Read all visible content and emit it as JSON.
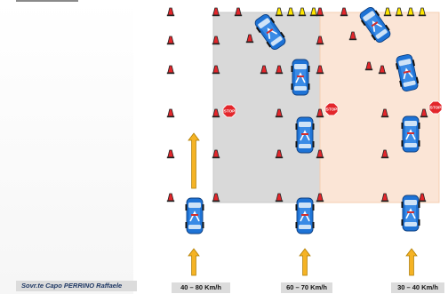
{
  "author": "Sovr.te Capo PERRINO Raffaele",
  "speeds": [
    "40 – 80 Km/h",
    "60 – 70 Km/h",
    "30 – 40 Km/h"
  ],
  "stop_sign": {
    "text": "STOP",
    "color": "#e3262b"
  },
  "zones": [
    {
      "name": "grey-zone",
      "color": "#d9d9d9",
      "border": "#c9c9c9"
    },
    {
      "name": "orange-zone",
      "color": "#fbe5d6",
      "border": "#f5cfb3"
    }
  ],
  "colors": {
    "cone": "#e3262b",
    "yellow_cone": "#ffe600",
    "arrow": "#f5b324",
    "arrow_edge": "#b07d00",
    "car": "#1e73d6",
    "car_window": "#cfe3f7"
  },
  "icons": [
    "cone-icon",
    "stop-sign-icon",
    "police-car-icon",
    "arrow-up-icon"
  ]
}
